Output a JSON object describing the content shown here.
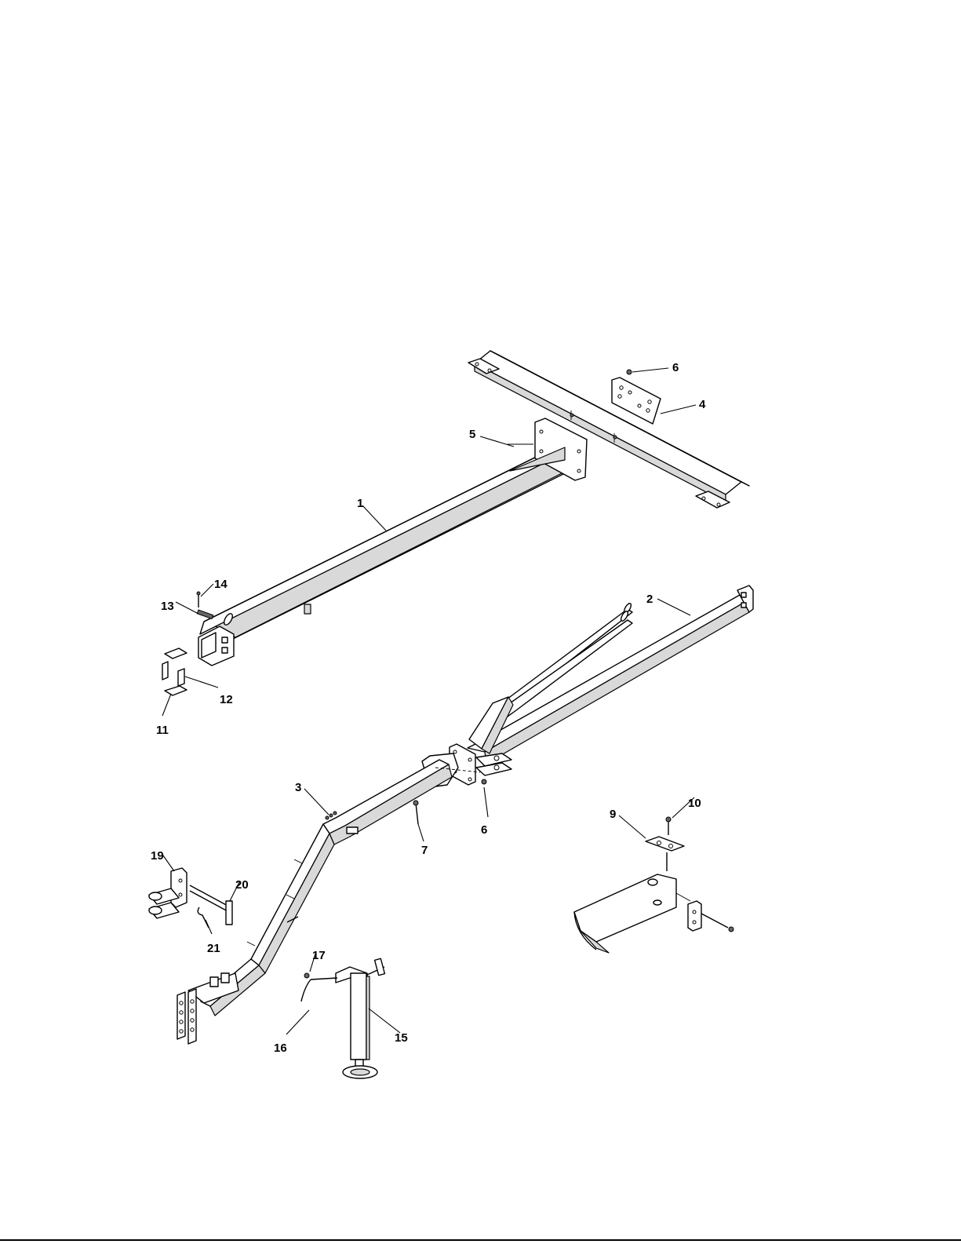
{
  "callouts": [
    {
      "id": "c1",
      "label": "1"
    },
    {
      "id": "c2",
      "label": "2"
    },
    {
      "id": "c3",
      "label": "3"
    },
    {
      "id": "c4",
      "label": "4"
    },
    {
      "id": "c5",
      "label": "5"
    },
    {
      "id": "c6a",
      "label": "6"
    },
    {
      "id": "c6b",
      "label": "6"
    },
    {
      "id": "c7",
      "label": "7"
    },
    {
      "id": "c9",
      "label": "9"
    },
    {
      "id": "c10",
      "label": "10"
    },
    {
      "id": "c11",
      "label": "11"
    },
    {
      "id": "c12",
      "label": "12"
    },
    {
      "id": "c13",
      "label": "13"
    },
    {
      "id": "c14",
      "label": "14"
    },
    {
      "id": "c15",
      "label": "15"
    },
    {
      "id": "c16",
      "label": "16"
    },
    {
      "id": "c17",
      "label": "17"
    },
    {
      "id": "c19",
      "label": "19"
    },
    {
      "id": "c20",
      "label": "20"
    },
    {
      "id": "c21",
      "label": "21"
    }
  ]
}
